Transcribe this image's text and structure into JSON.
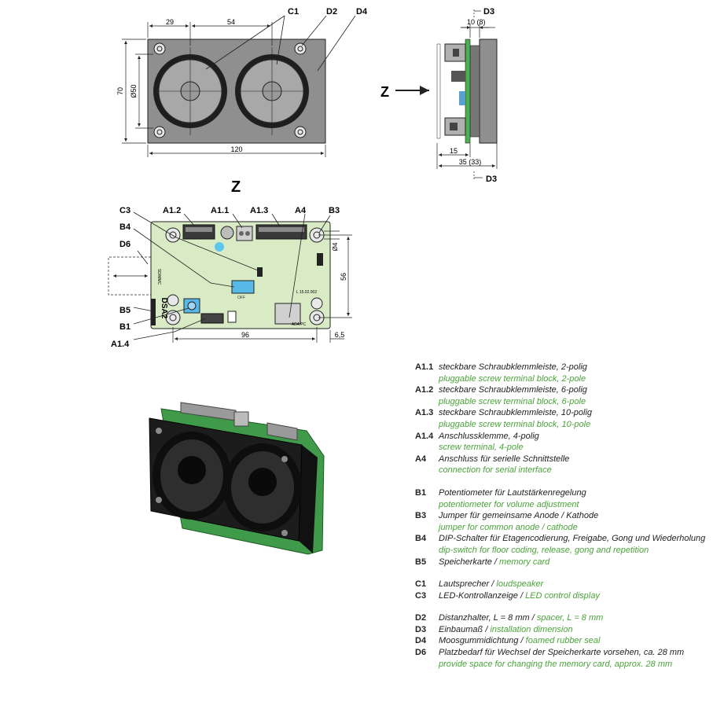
{
  "colors": {
    "green_text": "#4aa33a",
    "board_green": "#d9ebc4",
    "speaker_grey": "#8f8f8f",
    "dark": "#1c1c1c"
  },
  "top_view": {
    "dims": {
      "left": "29",
      "middle": "54",
      "height": "70",
      "diameter": "Ø50",
      "width": "120"
    },
    "labels": {
      "c1": "C1",
      "d2": "D2",
      "d4": "D4"
    }
  },
  "side_view": {
    "labels": {
      "d3_top": "D3",
      "d3_bottom": "D3",
      "z": "Z"
    },
    "dims": {
      "top": "10 (8)",
      "bottom_small": "15",
      "bottom": "35 (33)"
    }
  },
  "board_view": {
    "title": "Z",
    "labels": {
      "a1_2": "A1.2",
      "a1_1": "A1.1",
      "a1_3": "A1.3",
      "a4": "A4",
      "b3": "B3",
      "c3": "C3",
      "b4": "B4",
      "d6": "D6",
      "b5": "B5",
      "b1": "B1",
      "a1_4": "A1.4"
    },
    "dims": {
      "width": "96",
      "edge": "6,5",
      "height": "56",
      "hole": "Ø4"
    },
    "silk": {
      "dsa": "DSA2",
      "sdmmc": "SD/MMC",
      "ada": "ADA PC",
      "code": "L 15.02.002",
      "off": "OFF"
    }
  },
  "legend": [
    {
      "items": [
        {
          "code": "A1.1",
          "de": "steckbare Schraubklemmleiste, 2-polig",
          "en": "pluggable screw terminal block, 2-pole"
        },
        {
          "code": "A1.2",
          "de": "steckbare Schraubklemmleiste, 6-polig",
          "en": "pluggable screw terminal block, 6-pole"
        },
        {
          "code": "A1.3",
          "de": "steckbare Schraubklemmleiste, 10-polig",
          "en": "pluggable screw terminal block, 10-pole"
        },
        {
          "code": "A1.4",
          "de": "Anschlussklemme, 4-polig",
          "en": "screw terminal, 4-pole"
        },
        {
          "code": "A4",
          "de": "Anschluss für serielle Schnittstelle",
          "en": "connection for serial interface"
        }
      ]
    },
    {
      "items": [
        {
          "code": "B1",
          "de": "Potentiometer für Lautstärkenregelung",
          "en": "potentiometer for volume adjustment"
        },
        {
          "code": "B3",
          "de": "Jumper für gemeinsame Anode / Kathode",
          "en": "jumper for common anode / cathode"
        },
        {
          "code": "B4",
          "de": "DIP-Schalter für Etagencodierung, Freigabe, Gong und Wiederholung",
          "en": "dip-switch for floor coding, release, gong and repetition"
        },
        {
          "code": "B5",
          "inline": true,
          "de": "Speicherkarte",
          "en": "memory card"
        }
      ]
    },
    {
      "items": [
        {
          "code": "C1",
          "inline": true,
          "de": "Lautsprecher",
          "en": "loudspeaker"
        },
        {
          "code": "C3",
          "inline": true,
          "de": "LED-Kontrollanzeige",
          "en": "LED control display"
        }
      ]
    },
    {
      "items": [
        {
          "code": "D2",
          "inline": true,
          "de": "Distanzhalter, L = 8 mm",
          "en": "spacer, L = 8 mm"
        },
        {
          "code": "D3",
          "inline": true,
          "de": "Einbaumaß",
          "en": "installation dimension"
        },
        {
          "code": "D4",
          "inline": true,
          "de": "Moosgummidichtung",
          "en": "foamed rubber seal"
        },
        {
          "code": "D6",
          "de": "Platzbedarf für Wechsel der Speicherkarte vorsehen, ca. 28 mm",
          "en": "provide space for changing the memory card, approx. 28 mm"
        }
      ]
    }
  ]
}
